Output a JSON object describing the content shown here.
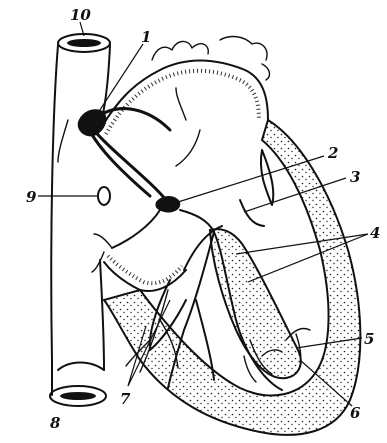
{
  "figure": {
    "labels": [
      "1",
      "2",
      "3",
      "4",
      "5",
      "6",
      "7",
      "8",
      "9",
      "10"
    ],
    "ink_color": "#111111",
    "stipple_color": "#222222",
    "background": "#ffffff"
  }
}
